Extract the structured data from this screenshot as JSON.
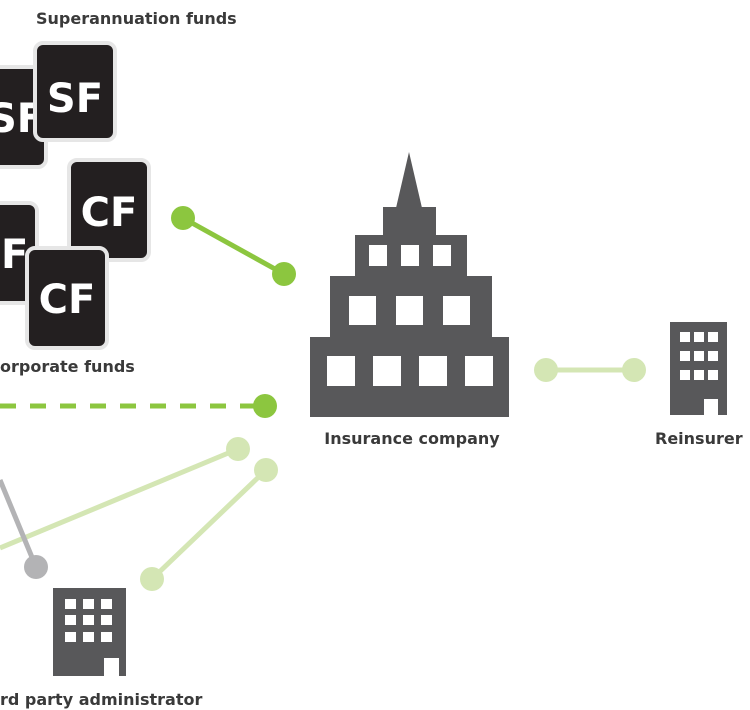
{
  "labels": {
    "superannuation": "Superannuation funds",
    "corporate": "orporate funds",
    "insurance": "Insurance company",
    "reinsurer": "Reinsurer",
    "administrator": "rd party administrator"
  },
  "funds": {
    "super_tag": "SF",
    "corporate_tag": "CF"
  },
  "colors": {
    "dark": "#58585a",
    "card": "#231f20",
    "card_border": "#e6e6e6",
    "green": "#8cc63f",
    "light_green": "#d4e6b4",
    "grey_node": "#b3b3b5"
  }
}
